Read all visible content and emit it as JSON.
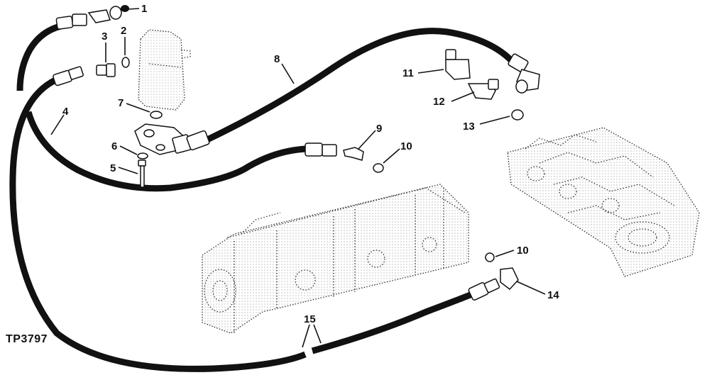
{
  "figure_id": "TP3797",
  "callouts": [
    {
      "id": "1",
      "text": "1"
    },
    {
      "id": "2",
      "text": "2"
    },
    {
      "id": "3",
      "text": "3"
    },
    {
      "id": "4",
      "text": "4"
    },
    {
      "id": "5",
      "text": "5"
    },
    {
      "id": "6",
      "text": "6"
    },
    {
      "id": "7",
      "text": "7"
    },
    {
      "id": "8",
      "text": "8"
    },
    {
      "id": "9",
      "text": "9"
    },
    {
      "id": "10a",
      "text": "10"
    },
    {
      "id": "10b",
      "text": "10"
    },
    {
      "id": "11",
      "text": "11"
    },
    {
      "id": "12",
      "text": "12"
    },
    {
      "id": "13",
      "text": "13"
    },
    {
      "id": "14",
      "text": "14"
    },
    {
      "id": "15",
      "text": "15"
    }
  ]
}
